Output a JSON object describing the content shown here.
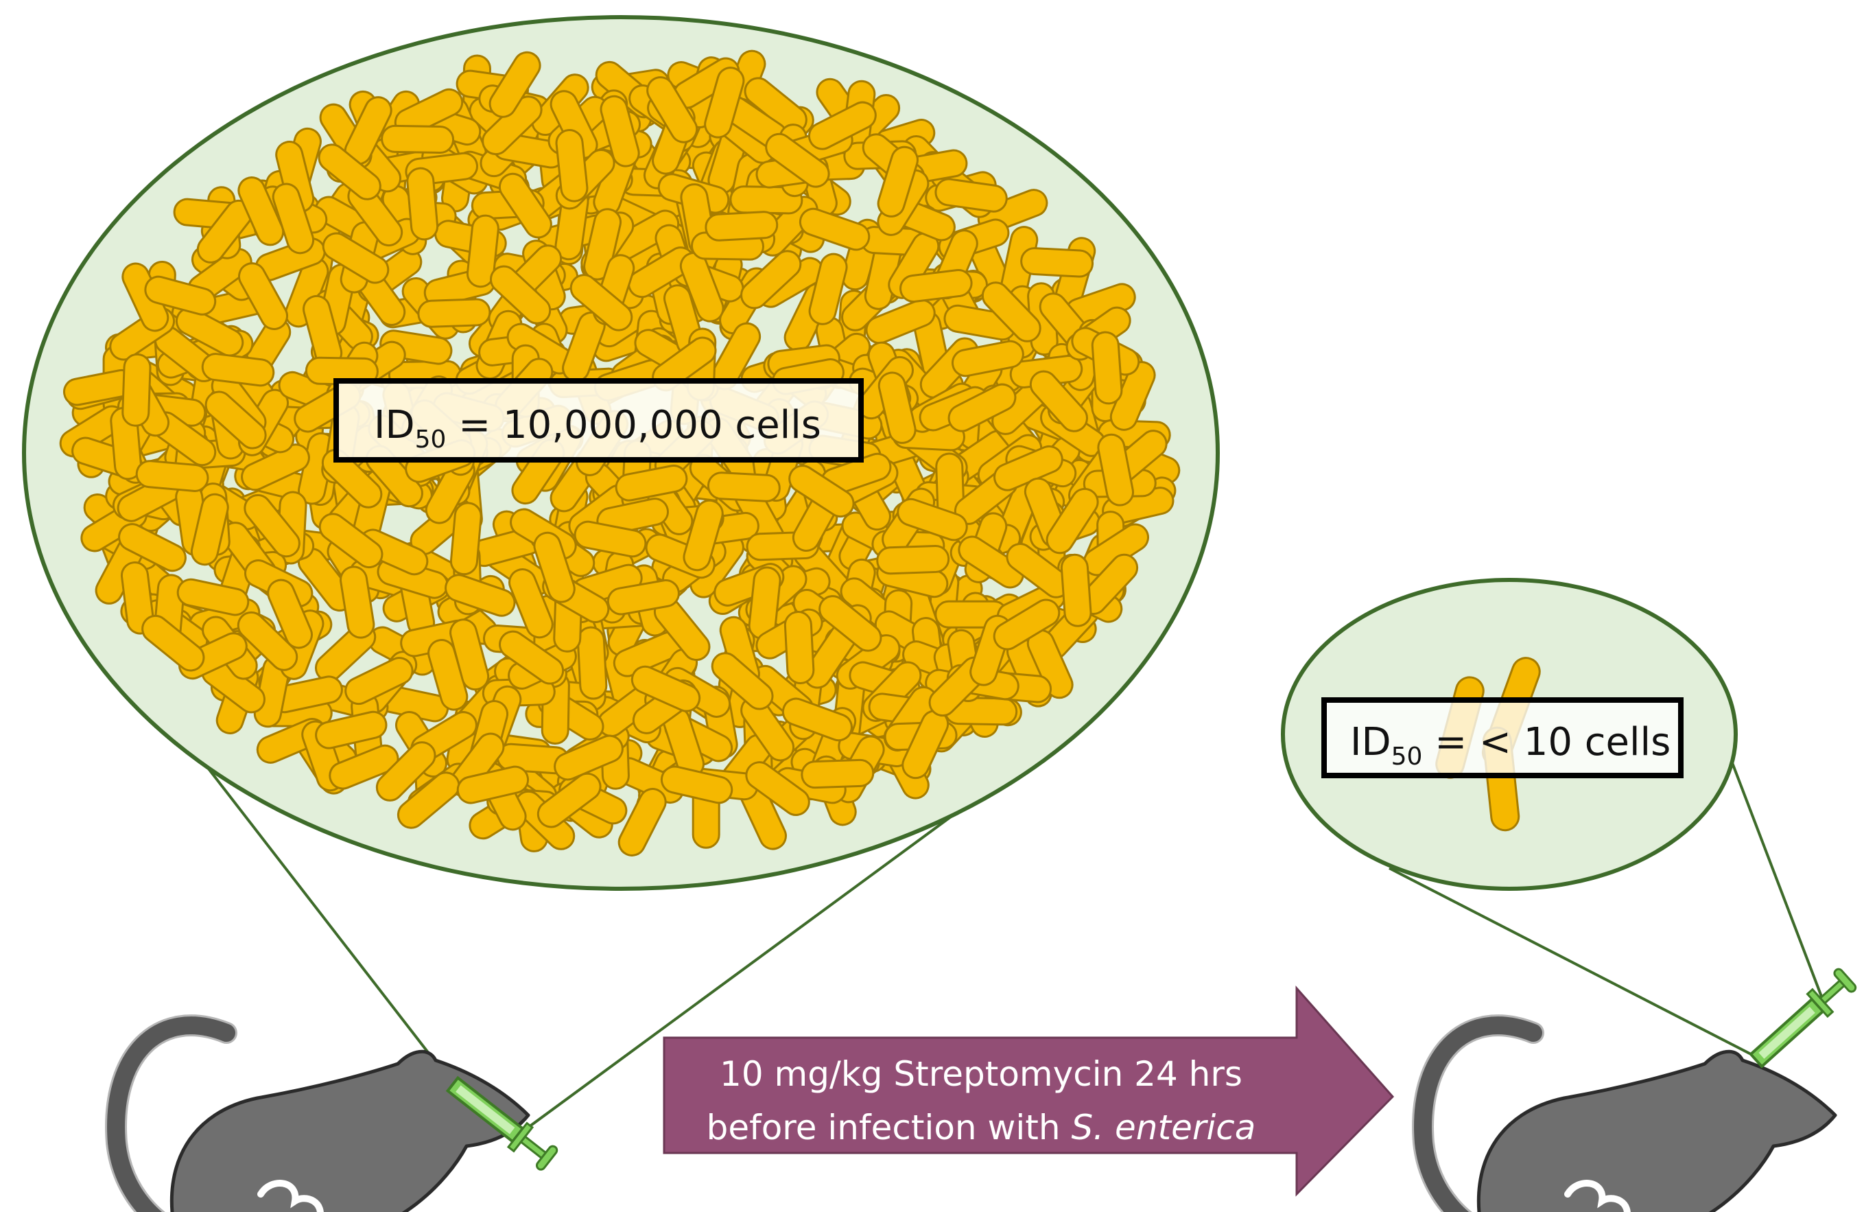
{
  "diagram": {
    "before_label": {
      "prefix": "ID",
      "subscript": "50",
      "suffix": " = 10,000,000 cells"
    },
    "after_label": {
      "prefix": "ID",
      "subscript": "50",
      "suffix": " = < 10 cells"
    },
    "arrow": {
      "line1": "10 mg/kg Streptomycin 24 hrs",
      "line2_prefix": "before infection with ",
      "line2_italic": "S. enterica"
    },
    "icons": [
      "mouse-icon",
      "syringe-icon",
      "bacterium-icon"
    ],
    "colors": {
      "bacteria_fill": "#f5b800",
      "bacteria_stroke": "#a67c00",
      "magnifier_fill": "#e2efda",
      "magnifier_stroke": "#3e6b2a",
      "mouse_fill": "#6f6f6f",
      "mouse_stroke": "#2b2b2b",
      "arrow_fill": "#924e75",
      "syringe_fill": "#7fd05a",
      "syringe_stroke": "#3e7a26"
    }
  }
}
